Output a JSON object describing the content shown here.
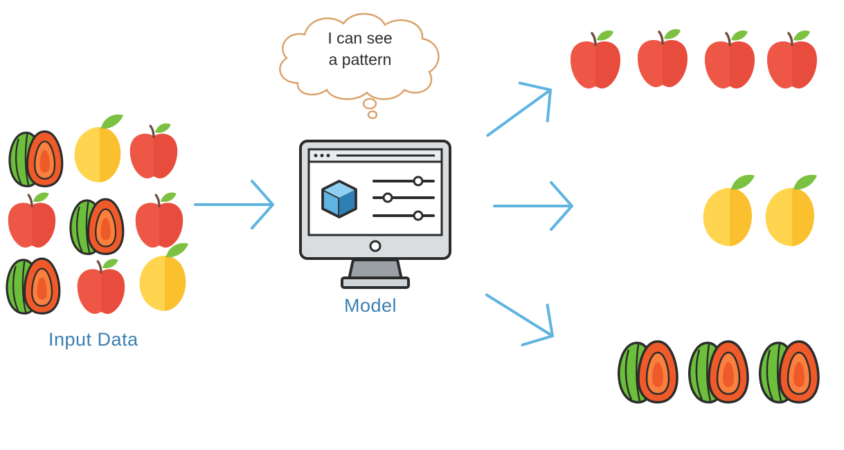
{
  "thought": {
    "line1": "I can see",
    "line2": "a pattern"
  },
  "input_label": "Input Data",
  "model_label": "Model",
  "colors": {
    "arrow": "#5fb4e0",
    "label": "#3a7fb0",
    "apple": "#e84c3d",
    "mango": "#fbc02d",
    "guava_peel": "#6cbf3b",
    "guava_flesh": "#f0592a",
    "cloud_stroke": "#d9a36a"
  },
  "icons": [
    "thought-cloud-icon",
    "computer-monitor-icon",
    "cube-icon",
    "slider-icon",
    "apple-icon",
    "mango-icon",
    "guava-icon",
    "arrow-icon"
  ]
}
